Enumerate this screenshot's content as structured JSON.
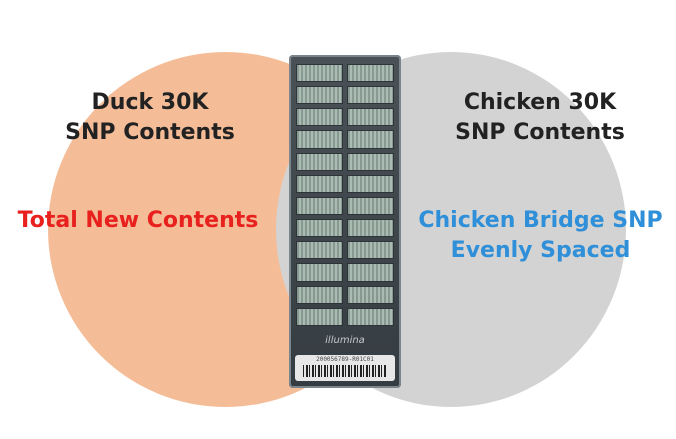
{
  "left_circle": {
    "title_line1": "Duck 30K",
    "title_line2": "SNP Contents",
    "note": "Total New Contents",
    "fill_color": "#f4bd98",
    "note_color": "#e8201e"
  },
  "right_circle": {
    "title_line1": "Chicken 30K",
    "title_line2": "SNP Contents",
    "note_line1": "Chicken Bridge SNP",
    "note_line2": "Evenly Spaced",
    "fill_color": "#d3d3d3",
    "note_color": "#2f8fd8"
  },
  "chip": {
    "logo": "illumina",
    "barcode_text": "200056789-R01C01"
  }
}
